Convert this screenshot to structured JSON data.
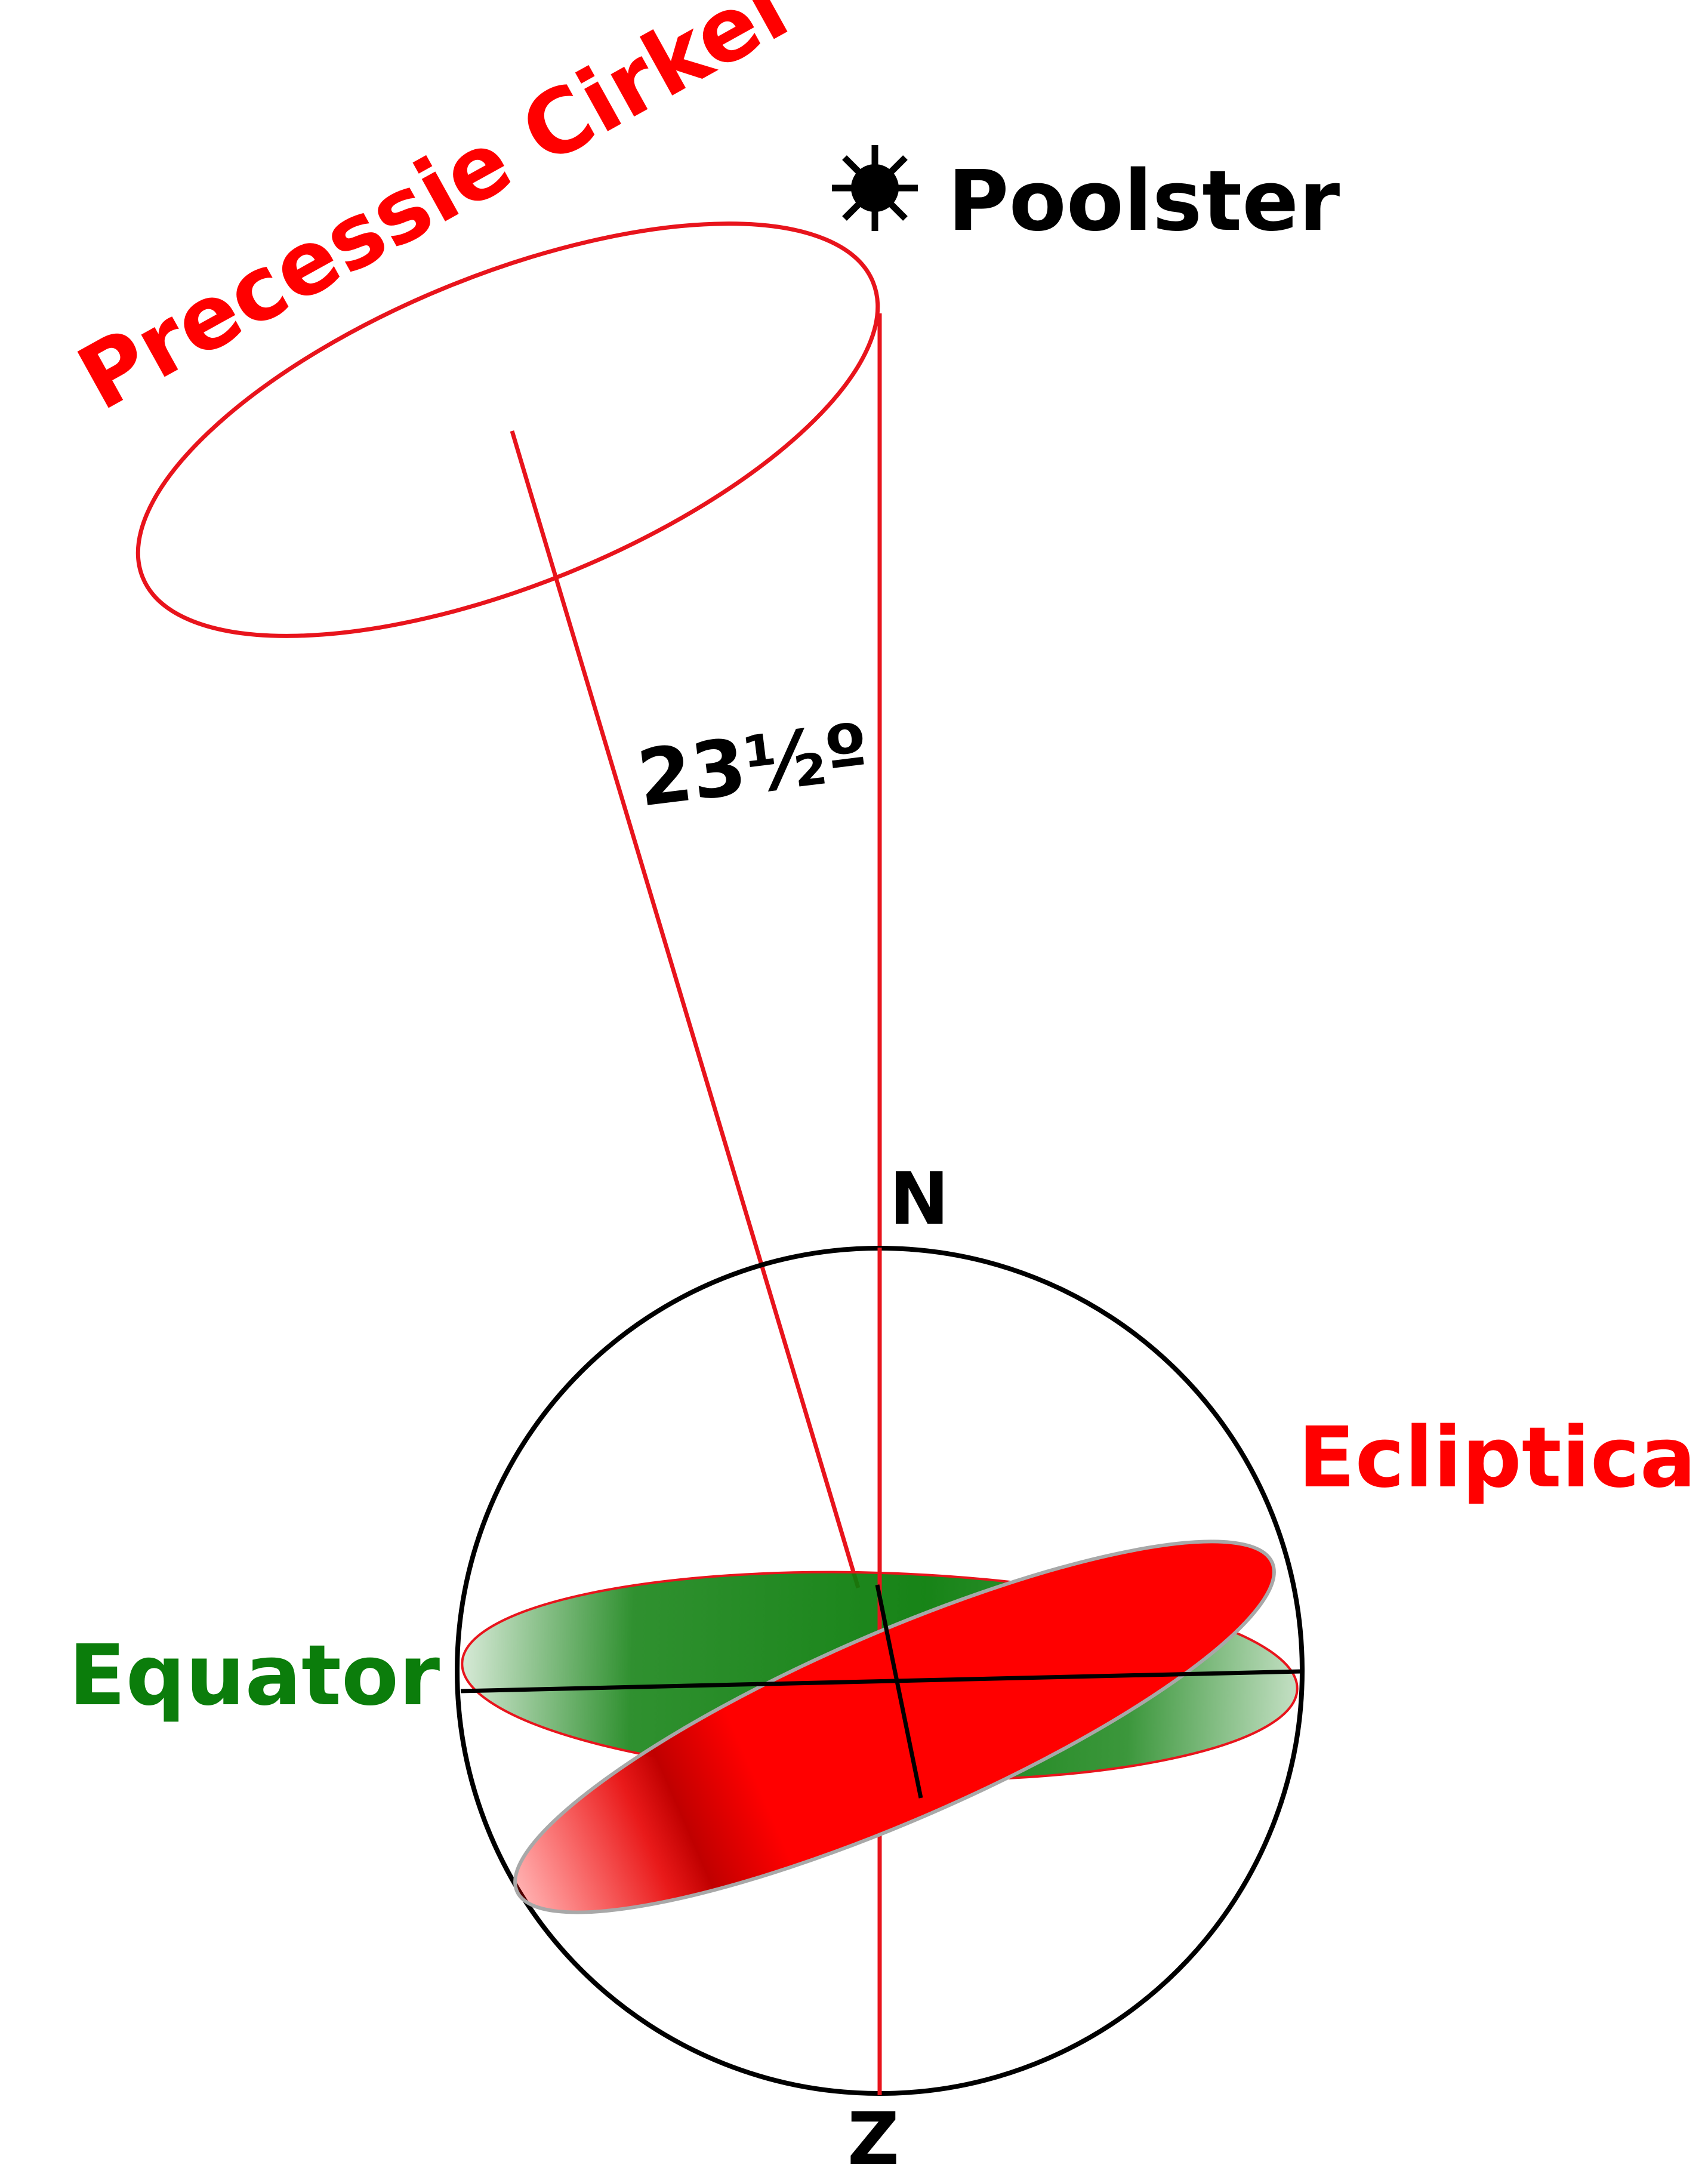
{
  "labels": {
    "precession_circle": "Precessie Cirkel",
    "pole_star": "Poolster",
    "angle": "23½º",
    "north": "N",
    "south": "Z",
    "ecliptic": "Ecliptica",
    "equator": "Equator"
  },
  "colors": {
    "red": "#ff0000",
    "dark_red_line": "#e8141c",
    "green": "#0b7d0b",
    "black": "#000000",
    "outline_gray": "#9a9a9a"
  },
  "icons": {
    "pole_star": "sun-star-icon"
  }
}
